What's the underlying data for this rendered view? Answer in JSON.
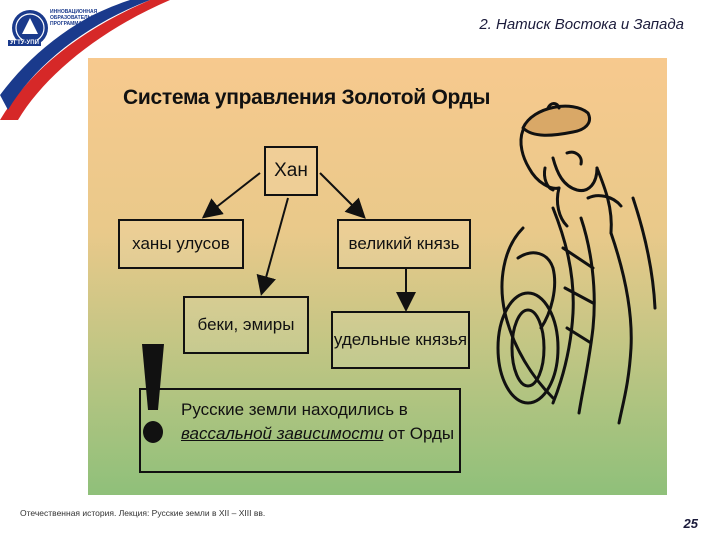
{
  "logo": {
    "lines": [
      "ИННОВАЦИОННАЯ",
      "ОБРАЗОВАТЕЛЬНАЯ",
      "ПРОГРАММА"
    ],
    "emblem": "УГТУ-УПИ"
  },
  "header": {
    "title": "2. Натиск Востока и Запада"
  },
  "diagram": {
    "title": "Система управления Золотой Орды",
    "nodes": {
      "khan": "Хан",
      "ulus_khans": "ханы улусов",
      "grand_prince": "великий князь",
      "beks": "беки, эмиры",
      "appanage_princes": "удельные князья"
    },
    "note": {
      "mark": "!",
      "text_before": "Русские земли находились в ",
      "emphasis": "вассальной зависимости",
      "text_after": " от Орды"
    }
  },
  "footer": {
    "source": "Отечественная история. Лекция: Русские земли в XII – XIII вв.",
    "page_number": "25"
  },
  "colors": {
    "background": "#ffffff",
    "slide_top": "#f7c98e",
    "slide_bottom": "#8fc07a",
    "logo_blue": "#1a3a8c",
    "logo_red": "#d62828"
  },
  "icons": [
    "university-emblem-icon",
    "flag-swoosh-icon",
    "mongol-warrior-illustration",
    "exclamation-icon"
  ]
}
